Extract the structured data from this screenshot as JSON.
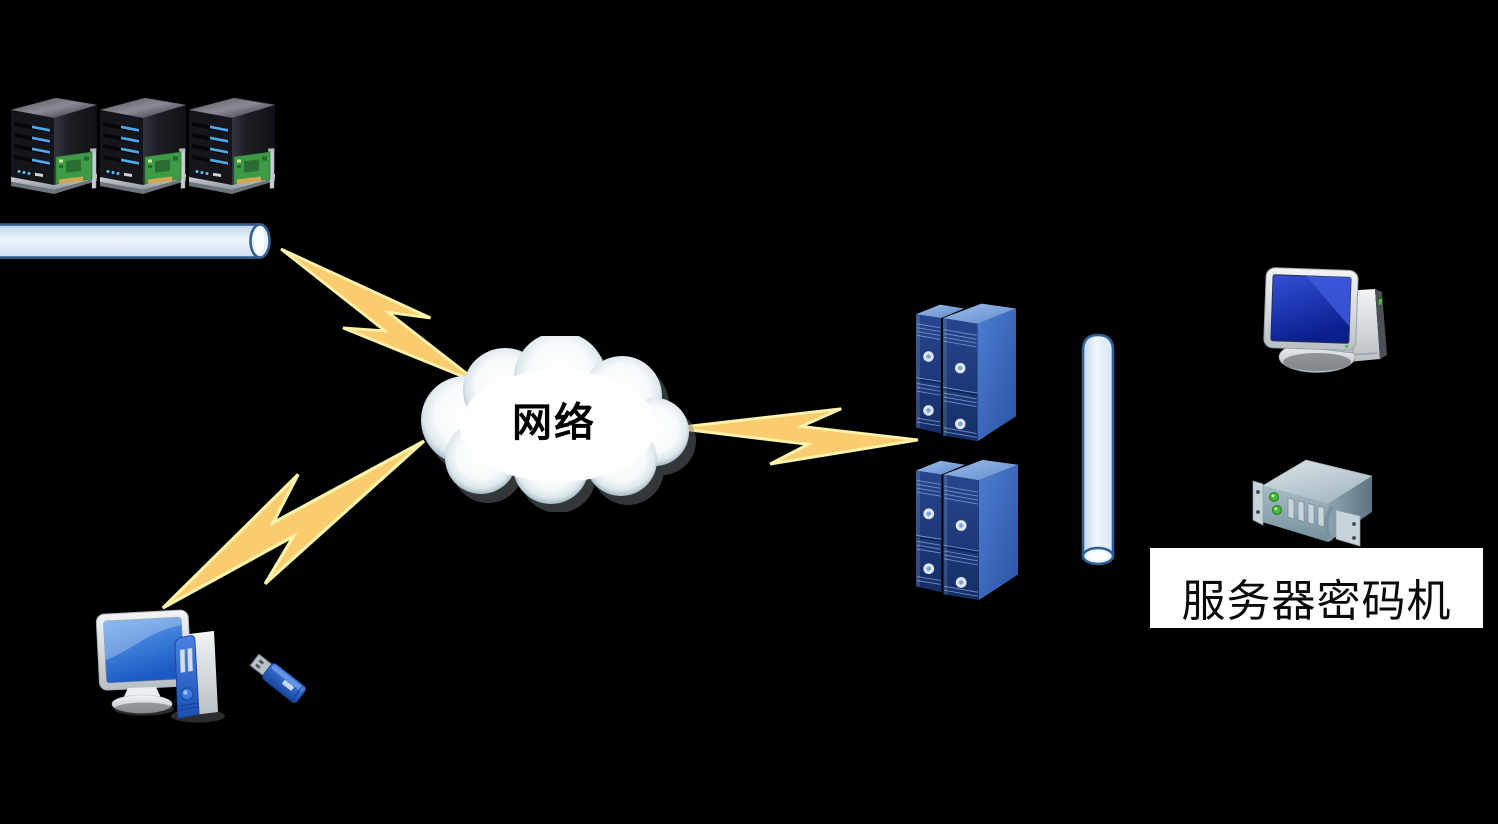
{
  "canvas": {
    "background": "#000000"
  },
  "cloud": {
    "label": "网络"
  },
  "cipher_machine": {
    "label": "服务器密码机",
    "box_bg": "#FFFFFF",
    "text_color": "#000000"
  },
  "app_server_cluster": {
    "server_count": 3
  },
  "crypto_cabinets": {
    "group_count": 2
  },
  "links": {
    "lightning_count": 3,
    "bolt_fill": "#FBCB70",
    "bolt_edge": "#FCF2A8"
  },
  "pipes": {
    "fill": "#DCE9F7",
    "border": "#2F5F94"
  },
  "icons": {
    "server_tower": "tower-server-with-crypto-card",
    "horizontal_pipe": "horizontal-cylinder-bus",
    "vertical_pipe": "vertical-cylinder-bus",
    "lightning": "lightning-link",
    "cabinet_pair": "blue-crypto-cabinet-pair",
    "management_pc": "desktop-computer",
    "rack_unit": "rack-mount-cipher-machine",
    "client_pc": "client-desktop-computer",
    "usb_key": "usb-flash-key"
  }
}
